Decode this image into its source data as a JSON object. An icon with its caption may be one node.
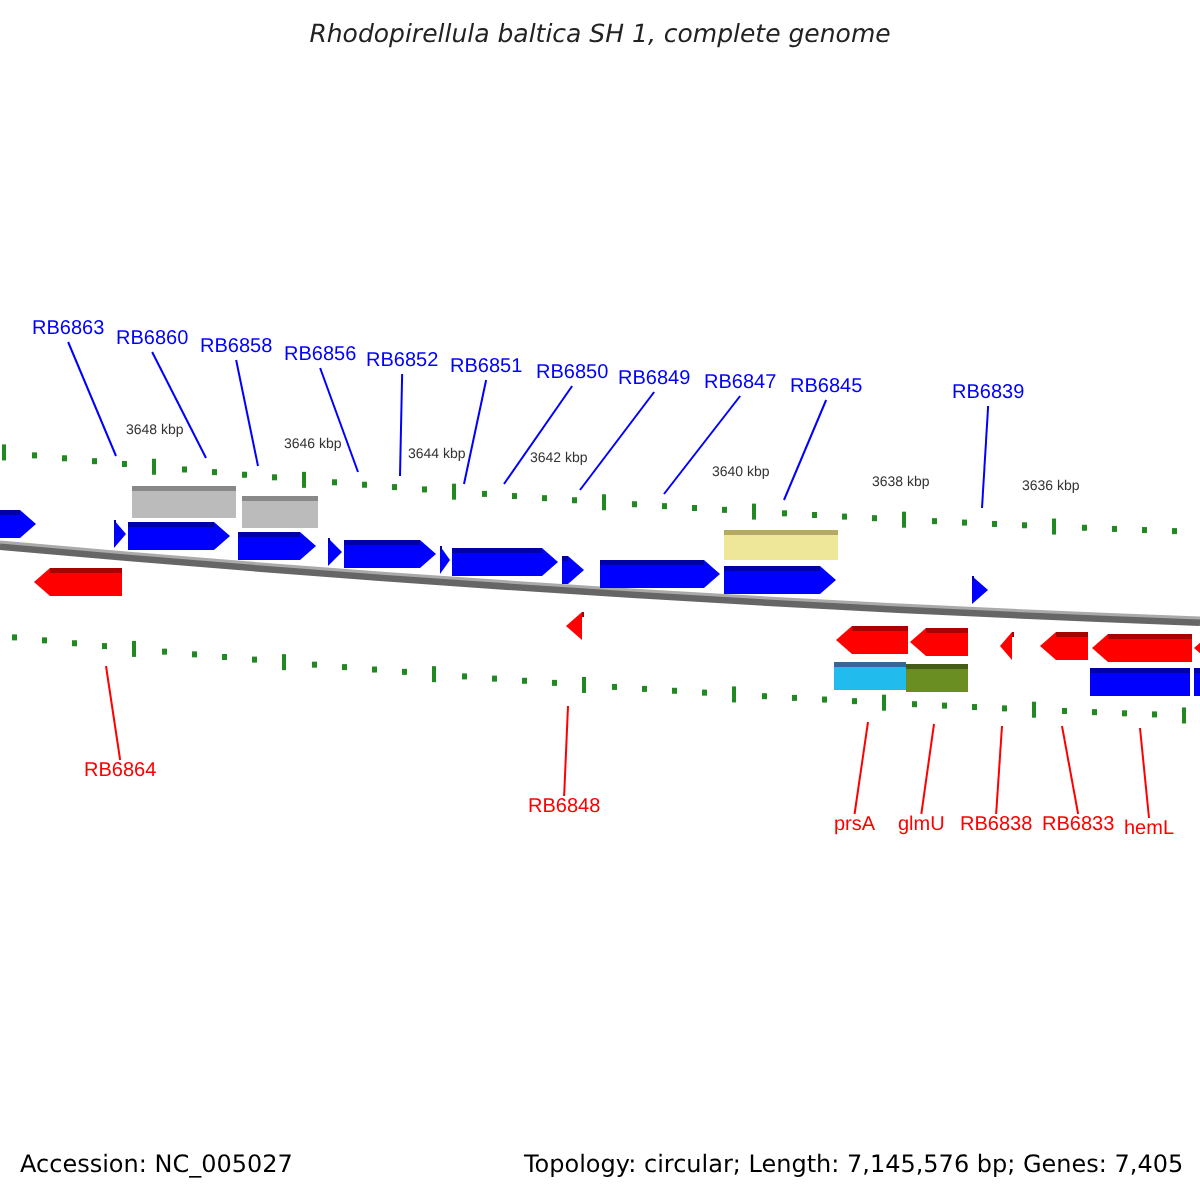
{
  "diagram": {
    "title": "Rhodopirellula baltica SH 1, complete genome",
    "nodes": [
      {
        "text": [
          "RB6863"
        ]
      },
      {
        "text": [
          "RB6860"
        ]
      },
      {
        "text": [
          "RB6858"
        ]
      },
      {
        "text": [
          "RB6856"
        ]
      },
      {
        "text": [
          "RB6852"
        ]
      },
      {
        "text": [
          "RB6851"
        ]
      },
      {
        "text": [
          "RB6850"
        ]
      },
      {
        "text": [
          "RB6849"
        ]
      },
      {
        "text": [
          "RB6847"
        ]
      },
      {
        "text": [
          "RB6845"
        ]
      },
      {
        "text": [
          "RB6839"
        ]
      },
      {
        "text": [
          "RB6864"
        ]
      },
      {
        "text": [
          "RB6848"
        ]
      },
      {
        "text": [
          "prsA"
        ]
      },
      {
        "text": [
          "glmU"
        ]
      },
      {
        "text": [
          "RB6838"
        ]
      },
      {
        "text": [
          "RB6833"
        ]
      },
      {
        "text": [
          "hemL"
        ]
      }
    ],
    "edges": [
      {
        "from": 0,
        "to": null,
        "arrow": "none"
      },
      {
        "from": 1,
        "to": null,
        "arrow": "none"
      },
      {
        "from": 2,
        "to": null,
        "arrow": "none"
      },
      {
        "from": 3,
        "to": null,
        "arrow": "none"
      },
      {
        "from": 4,
        "to": null,
        "arrow": "none"
      },
      {
        "from": 5,
        "to": null,
        "arrow": "none"
      },
      {
        "from": 6,
        "to": null,
        "arrow": "none"
      },
      {
        "from": 7,
        "to": null,
        "arrow": "none"
      },
      {
        "from": 8,
        "to": null,
        "arrow": "none"
      },
      {
        "from": 9,
        "to": null,
        "arrow": "none"
      },
      {
        "from": 10,
        "to": null,
        "arrow": "none"
      },
      {
        "from": 11,
        "to": null,
        "arrow": "none",
        "color": "#ff0000"
      },
      {
        "from": 12,
        "to": null,
        "arrow": "none",
        "color": "#ff0000"
      },
      {
        "from": 13,
        "to": null,
        "arrow": "none",
        "color": "#ff0000"
      },
      {
        "from": 14,
        "to": null,
        "arrow": "none",
        "color": "#ff0000"
      },
      {
        "from": 15,
        "to": null,
        "arrow": "none",
        "color": "#ff0000"
      },
      {
        "from": 16,
        "to": null,
        "arrow": "none",
        "color": "#ff0000"
      },
      {
        "from": 17,
        "to": null,
        "arrow": "none",
        "color": "#ff0000"
      }
    ],
    "labels": [
      "3648 kbp",
      "3646 kbp",
      "3644 kbp",
      "3642 kbp",
      "3640 kbp",
      "3638 kbp",
      "3636 kbp",
      "Accession: NC_005027",
      "Topology: circular; Length: 7,145,576 bp; Genes: 7,405"
    ]
  }
}
